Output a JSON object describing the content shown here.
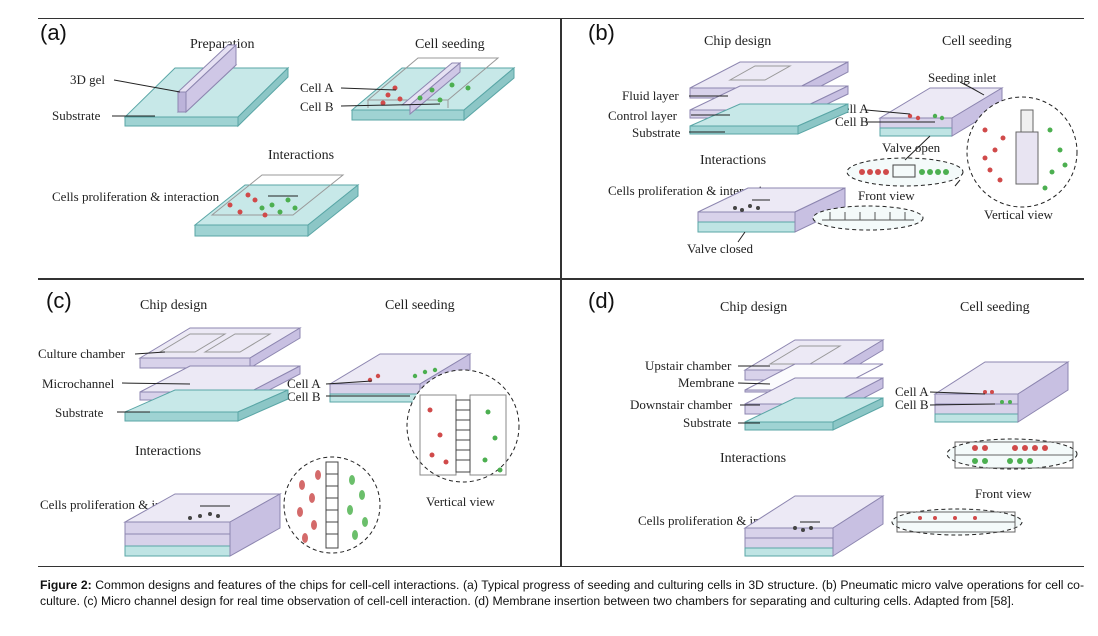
{
  "panels": {
    "a": {
      "label": "(a)",
      "headers": {
        "left": "Preparation",
        "right": "Cell seeding",
        "bottom": "Interactions"
      },
      "labels": {
        "gel": "3D gel",
        "substrate": "Substrate",
        "cellA": "Cell A",
        "cellB": "Cell B",
        "prolif": "Cells proliferation & interaction"
      }
    },
    "b": {
      "label": "(b)",
      "headers": {
        "left": "Chip design",
        "right": "Cell seeding",
        "bottom": "Interactions"
      },
      "labels": {
        "fluid": "Fluid layer",
        "control": "Control layer",
        "substrate": "Substrate",
        "seeding": "Seeding inlet",
        "cellA": "Cell A",
        "cellB": "Cell B",
        "valveOpen": "Valve open",
        "front": "Front view",
        "vertical": "Vertical view",
        "prolif": "Cells proliferation & interaction",
        "valveClosed": "Valve closed"
      }
    },
    "c": {
      "label": "(c)",
      "headers": {
        "left": "Chip design",
        "right": "Cell seeding",
        "bottom": "Interactions"
      },
      "labels": {
        "culture": "Culture chamber",
        "micro": "Microchannel",
        "substrate": "Substrate",
        "cellA": "Cell A",
        "cellB": "Cell B",
        "vertical": "Vertical view",
        "prolif": "Cells proliferation & interaction"
      }
    },
    "d": {
      "label": "(d)",
      "headers": {
        "left": "Chip design",
        "right": "Cell seeding",
        "bottom": "Interactions"
      },
      "labels": {
        "upstair": "Upstair chamber",
        "membrane": "Membrane",
        "downstair": "Downstair chamber",
        "substrate": "Substrate",
        "cellA": "Cell A",
        "cellB": "Cell B",
        "front": "Front view",
        "prolif": "Cells proliferation & interaction"
      }
    }
  },
  "caption": {
    "prefix": "Figure 2:",
    "text": " Common designs and features of the chips for cell-cell interactions. (a) Typical progress of seeding and culturing cells in 3D structure. (b) Pneumatic micro valve operations for cell co-culture. (c) Micro channel design for real time observation of cell-cell interaction. (d) Membrane insertion between two chambers for separating and culturing cells. Adapted from [58]."
  },
  "colors": {
    "teal": "#bfe4e4",
    "tealEdge": "#5aa6a6",
    "purple": "#d8d2ea",
    "purpleEdge": "#8d86b0",
    "cellRed": "#d04a4a",
    "cellGreen": "#4caf50"
  }
}
